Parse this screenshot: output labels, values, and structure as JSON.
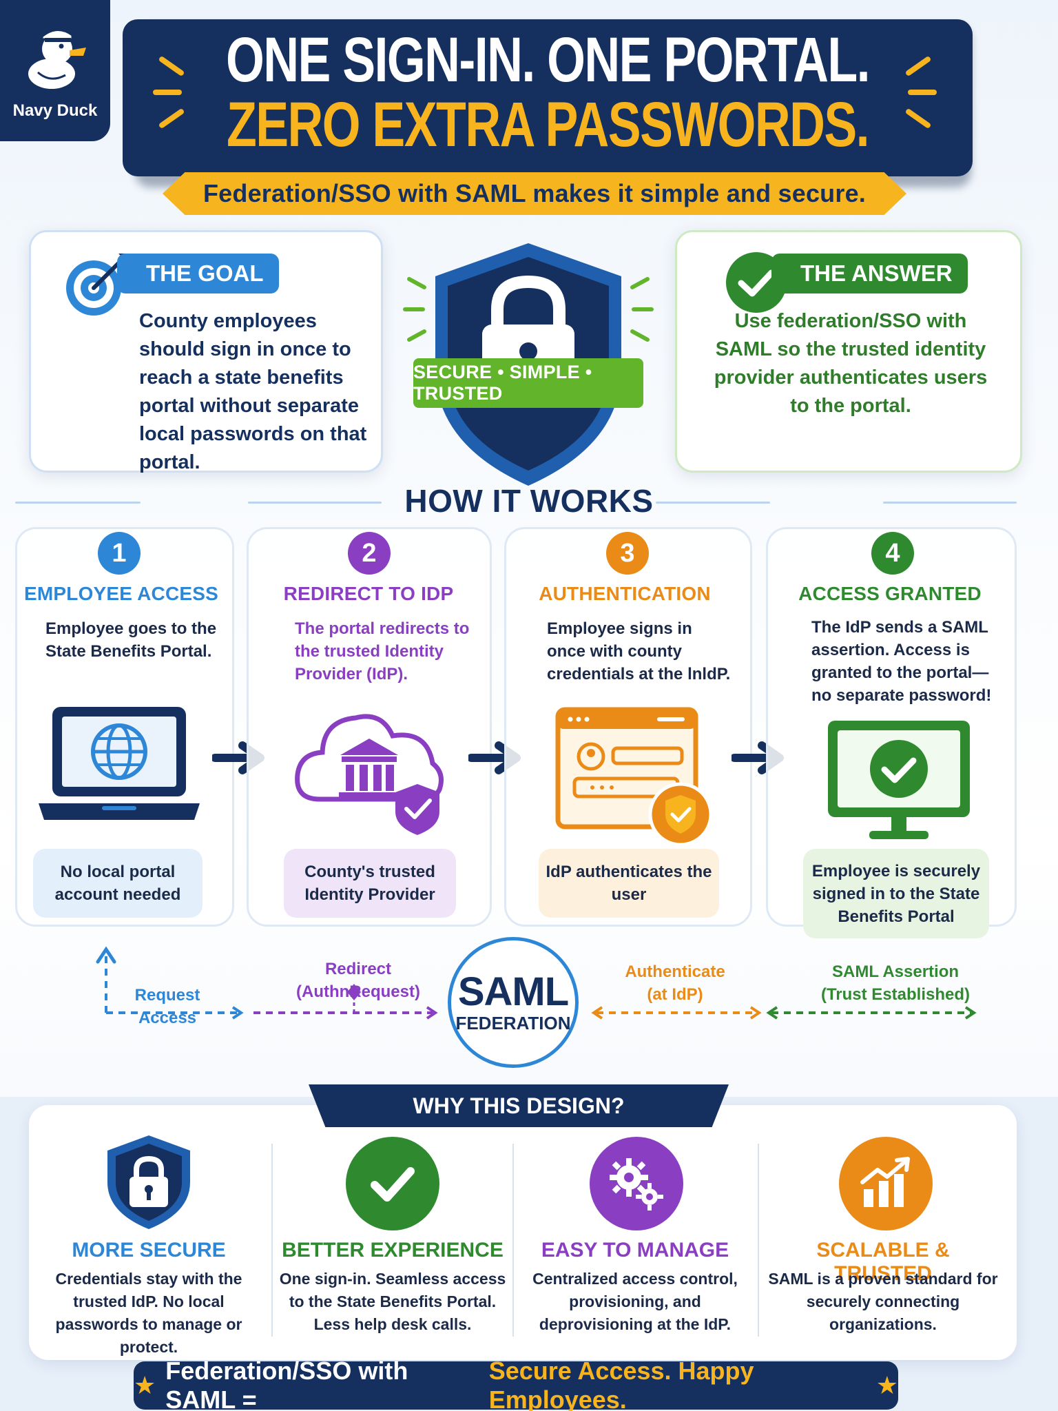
{
  "brand": {
    "name": "Navy Duck"
  },
  "header": {
    "line1": "ONE SIGN-IN. ONE PORTAL.",
    "line2": "ZERO EXTRA PASSWORDS.",
    "subtitle": "Federation/SSO with SAML makes it simple and secure."
  },
  "goal": {
    "title": "THE GOAL",
    "text": "County employees should sign in once to reach a state benefits portal without separate local passwords on that portal."
  },
  "center_badge": {
    "label": "SECURE • SIMPLE • TRUSTED"
  },
  "answer": {
    "title": "THE ANSWER",
    "text": "Use federation/SSO with SAML so the trusted identity provider authenticates users to the portal."
  },
  "how_it_works": {
    "title": "HOW IT WORKS",
    "steps": [
      {
        "number": "1",
        "title": "EMPLOYEE ACCESS",
        "desc": "Employee goes to the State Benefits Portal.",
        "foot": "No local portal account needed",
        "color": "#2d87d6"
      },
      {
        "number": "2",
        "title": "REDIRECT TO IDP",
        "desc": "The portal redirects to the trusted Identity Provider (IdP).",
        "foot": "County's trusted Identity Provider",
        "color": "#8a3fc2"
      },
      {
        "number": "3",
        "title": "AUTHENTICATION",
        "desc": "Employee signs in once with county credentials at the lnldP.",
        "foot": "IdP authenticates the user",
        "color": "#ea8b17"
      },
      {
        "number": "4",
        "title": "ACCESS GRANTED",
        "desc": "The IdP sends a SAML assertion. Access is granted to the portal—no separate password!",
        "foot": "Employee is securely signed in to the State Benefits Portal",
        "color": "#2f8a2f"
      }
    ]
  },
  "flow": {
    "request": "Request Access",
    "redirect": "Redirect (AuthnRequest)",
    "authenticate": "Authenticate (at IdP)",
    "assertion": "SAML Assertion (Trust Established)",
    "saml_big": "SAML",
    "saml_small": "FEDERATION"
  },
  "why": {
    "title": "WHY THIS DESIGN?",
    "items": [
      {
        "title": "MORE SECURE",
        "text": "Credentials stay with the trusted IdP. No local passwords to manage or protect.",
        "icon": "shield-lock-icon",
        "color": "#2d87d6"
      },
      {
        "title": "BETTER EXPERIENCE",
        "text": "One sign-in. Seamless access to the State Benefits Portal. Less help desk calls.",
        "icon": "check-circle-icon",
        "color": "#2f8a2f"
      },
      {
        "title": "EASY TO MANAGE",
        "text": "Centralized access control, provisioning, and deprovisioning at the IdP.",
        "icon": "gears-icon",
        "color": "#8a3fc2"
      },
      {
        "title": "SCALABLE & TRUSTED",
        "text": "SAML is a proven standard for securely connecting organizations.",
        "icon": "growth-chart-icon",
        "color": "#ea8b17"
      }
    ]
  },
  "footer": {
    "lead": "Federation/SSO with SAML =",
    "tail": "Secure Access. Happy Employees."
  },
  "colors": {
    "navy": "#15305f",
    "gold": "#f7b41f",
    "blue": "#2d87d6",
    "purple": "#8a3fc2",
    "orange": "#ea8b17",
    "green": "#2f8a2f"
  }
}
